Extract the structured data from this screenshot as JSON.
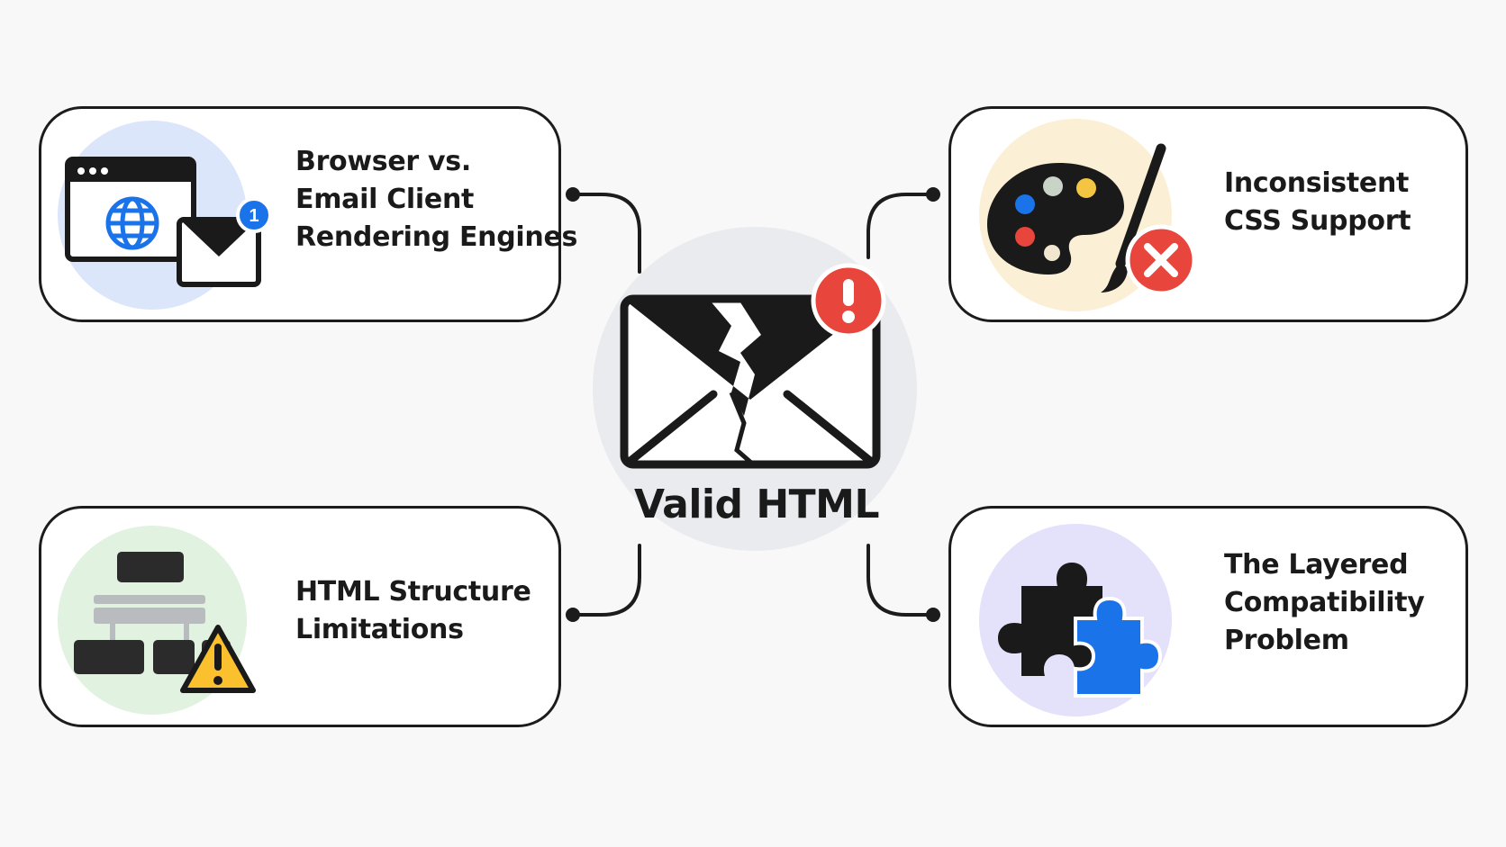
{
  "center": {
    "title": "Valid HTML",
    "icon": "broken-envelope-icon",
    "badge_icon": "exclamation-icon",
    "badge_color": "#e8453c"
  },
  "cards": [
    {
      "id": "browser-vs-email",
      "lines": [
        "Browser vs.",
        "Email Client",
        "Rendering Engines"
      ],
      "icon": "browser-window-email-icon",
      "badge_text": "1",
      "accent": "#dbe6fb"
    },
    {
      "id": "inconsistent-css",
      "lines": [
        "Inconsistent",
        "CSS Support"
      ],
      "icon": "paint-palette-icon",
      "badge_icon": "close-icon",
      "accent": "#fbf0d6"
    },
    {
      "id": "html-structure",
      "lines": [
        "HTML Structure",
        "Limitations"
      ],
      "icon": "hierarchy-warning-icon",
      "badge_icon": "warning-icon",
      "accent": "#e1f2e1"
    },
    {
      "id": "layered-compat",
      "lines": [
        "The Layered",
        "Compatibility",
        "Problem"
      ],
      "icon": "puzzle-pieces-icon",
      "accent": "#e4e1fa"
    }
  ],
  "colors": {
    "blue": "#1a73e8",
    "red": "#e8453c",
    "yellow": "#fbc02d",
    "green": "#34a853",
    "dark": "#1c1c1c"
  }
}
